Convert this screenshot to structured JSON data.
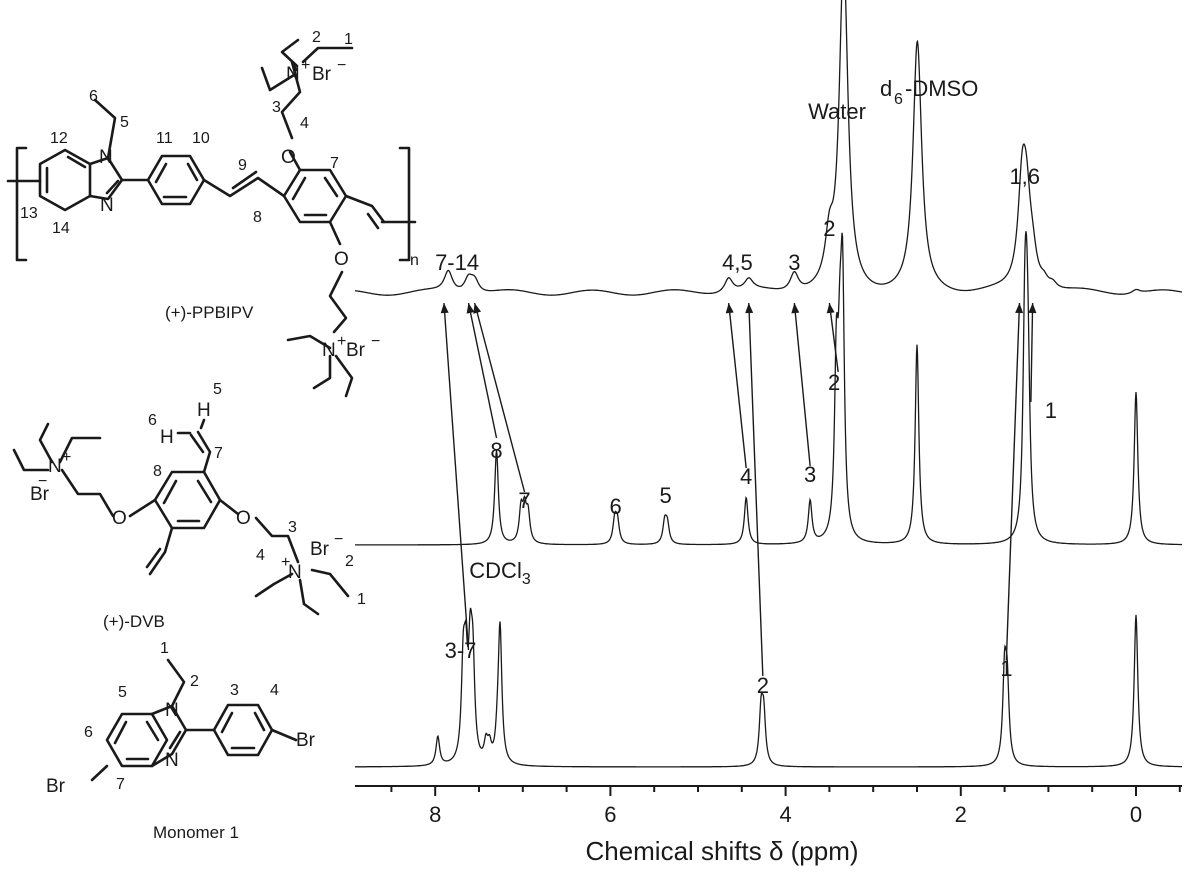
{
  "chart_data": {
    "type": "line",
    "xlabel": "Chemical shifts δ (ppm)",
    "xlim": [
      9.0,
      -0.5
    ],
    "x_reversed": true,
    "x_ticks": [
      "8",
      "6",
      "4",
      "2",
      "0"
    ],
    "x_tick_values": [
      8,
      6,
      4,
      2,
      0
    ],
    "series": [
      {
        "name": "(+)-PPBIPV",
        "peaks": [
          {
            "x": 7.85,
            "h": 0.1
          },
          {
            "x": 7.62,
            "h": 0.07
          },
          {
            "x": 7.55,
            "h": 0.06
          },
          {
            "x": 4.65,
            "h": 0.07
          },
          {
            "x": 4.42,
            "h": 0.05
          },
          {
            "x": 3.9,
            "h": 0.09
          },
          {
            "x": 3.5,
            "h": 0.2
          },
          {
            "x": 3.33,
            "h": 1.0
          },
          {
            "x": 3.35,
            "h": 0.6
          },
          {
            "x": 2.5,
            "h": 0.95
          },
          {
            "x": 2.48,
            "h": 0.25
          },
          {
            "x": 1.3,
            "h": 0.45
          },
          {
            "x": 1.25,
            "h": 0.35
          },
          {
            "x": 1.18,
            "h": 0.12
          },
          {
            "x": 1.05,
            "h": 0.04
          },
          {
            "x": 0.95,
            "h": 0.03
          },
          {
            "x": 0.0,
            "h": 0.02
          }
        ],
        "labels": [
          {
            "text": "7-14",
            "x": 7.75
          },
          {
            "text": "4,5",
            "x": 4.55
          },
          {
            "text": "3",
            "x": 3.9
          },
          {
            "text": "2",
            "x": 3.5
          },
          {
            "text": "1,6",
            "x": 1.27
          }
        ]
      },
      {
        "name": "(+)-DVB",
        "peaks": [
          {
            "x": 7.3,
            "h": 0.4
          },
          {
            "x": 7.02,
            "h": 0.14
          },
          {
            "x": 6.98,
            "h": 0.13
          },
          {
            "x": 6.94,
            "h": 0.12
          },
          {
            "x": 5.95,
            "h": 0.1
          },
          {
            "x": 5.92,
            "h": 0.09
          },
          {
            "x": 5.38,
            "h": 0.09
          },
          {
            "x": 5.35,
            "h": 0.08
          },
          {
            "x": 4.45,
            "h": 0.2
          },
          {
            "x": 3.72,
            "h": 0.18
          },
          {
            "x": 3.42,
            "h": 0.7
          },
          {
            "x": 3.38,
            "h": 0.55
          },
          {
            "x": 3.35,
            "h": 1.0
          },
          {
            "x": 2.5,
            "h": 0.85
          },
          {
            "x": 1.27,
            "h": 0.72
          },
          {
            "x": 1.25,
            "h": 0.6
          },
          {
            "x": 1.23,
            "h": 0.45
          },
          {
            "x": 0.0,
            "h": 0.65
          }
        ],
        "labels": [
          {
            "text": "8",
            "x": 7.3
          },
          {
            "text": "7",
            "x": 6.98
          },
          {
            "text": "6",
            "x": 5.94
          },
          {
            "text": "5",
            "x": 5.37
          },
          {
            "text": "4",
            "x": 4.45
          },
          {
            "text": "3",
            "x": 3.72
          },
          {
            "text": "2",
            "x": 3.4
          },
          {
            "text": "1",
            "x": 1.2
          }
        ]
      },
      {
        "name": "Monomer 1",
        "peaks": [
          {
            "x": 7.97,
            "h": 0.18
          },
          {
            "x": 7.68,
            "h": 0.55
          },
          {
            "x": 7.65,
            "h": 0.5
          },
          {
            "x": 7.6,
            "h": 0.6
          },
          {
            "x": 7.57,
            "h": 0.55
          },
          {
            "x": 7.42,
            "h": 0.12
          },
          {
            "x": 7.38,
            "h": 0.1
          },
          {
            "x": 7.29,
            "h": 0.1
          },
          {
            "x": 7.26,
            "h": 0.85
          },
          {
            "x": 4.28,
            "h": 0.32
          },
          {
            "x": 4.25,
            "h": 0.3
          },
          {
            "x": 1.5,
            "h": 0.55
          },
          {
            "x": 1.47,
            "h": 0.45
          },
          {
            "x": 0.0,
            "h": 0.95
          }
        ],
        "labels": [
          {
            "text": "3-7",
            "x": 7.62
          },
          {
            "text": "CDCl3",
            "x": 7.26
          },
          {
            "text": "2",
            "x": 4.26
          },
          {
            "text": "1",
            "x": 1.48
          }
        ]
      }
    ],
    "annotations": [
      "Water",
      "d6-DMSO"
    ]
  },
  "structures": {
    "polymer_name": "(+)-PPBIPV",
    "monomer_dvb_name": "(+)-DVB",
    "monomer1_name": "Monomer 1",
    "atoms": {
      "N": "N",
      "N_plus": "N",
      "plus": "+",
      "Br_minus": "Br",
      "minus": "−",
      "O": "O",
      "H": "H",
      "Br": "Br",
      "n": "n"
    }
  }
}
